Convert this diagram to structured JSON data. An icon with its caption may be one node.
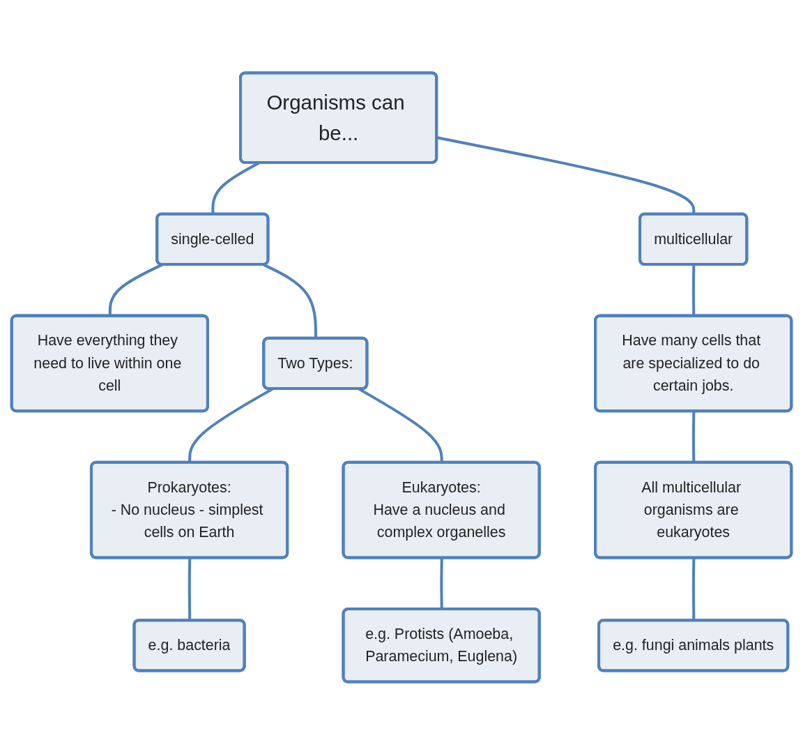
{
  "diagram": {
    "nodes": [
      {
        "text": [
          "Organisms can be..."
        ]
      },
      {
        "text": [
          "single-celled"
        ]
      },
      {
        "text": [
          "multicellular"
        ]
      },
      {
        "text": [
          "Have everything they need to live within one cell"
        ]
      },
      {
        "text": [
          "Two Types:"
        ]
      },
      {
        "text": [
          "Prokaryotes:",
          "- No nucleus - simplest cells on Earth"
        ]
      },
      {
        "text": [
          "Eukaryotes:",
          "Have a nucleus and complex organelles"
        ]
      },
      {
        "text": [
          "e.g. bacteria"
        ]
      },
      {
        "text": [
          "e.g. Protists (Amoeba, Paramecium, Euglena)"
        ]
      },
      {
        "text": [
          "Have many cells that are specialized to do certain jobs."
        ]
      },
      {
        "text": [
          "All multicellular organisms are eukaryotes"
        ]
      },
      {
        "text": [
          "e.g. fungi animals plants"
        ]
      }
    ],
    "edges": [
      {
        "from": 0,
        "to": 1,
        "arrow": "none"
      },
      {
        "from": 0,
        "to": 2,
        "arrow": "none"
      },
      {
        "from": 1,
        "to": 3,
        "arrow": "none"
      },
      {
        "from": 1,
        "to": 4,
        "arrow": "none"
      },
      {
        "from": 4,
        "to": 5,
        "arrow": "none"
      },
      {
        "from": 4,
        "to": 6,
        "arrow": "none"
      },
      {
        "from": 5,
        "to": 7,
        "arrow": "none"
      },
      {
        "from": 6,
        "to": 8,
        "arrow": "none"
      },
      {
        "from": 2,
        "to": 9,
        "arrow": "none"
      },
      {
        "from": 9,
        "to": 10,
        "arrow": "none"
      },
      {
        "from": 10,
        "to": 11,
        "arrow": "none"
      }
    ]
  }
}
